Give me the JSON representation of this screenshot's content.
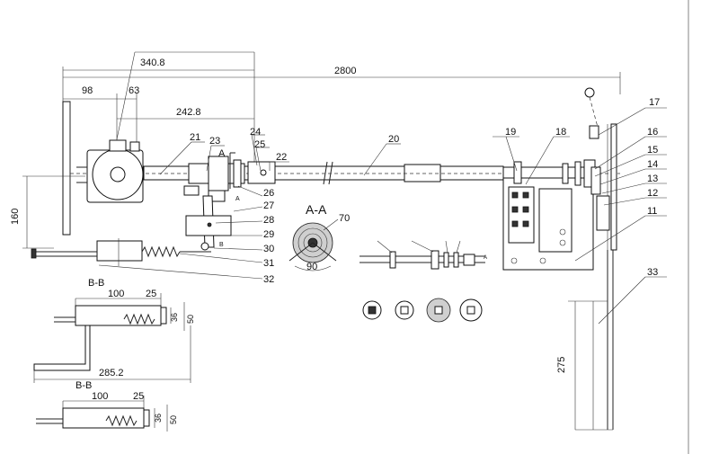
{
  "dimensions": {
    "d_340_8": "340.8",
    "d_2800": "2800",
    "d_98": "98",
    "d_63": "63",
    "d_242_8": "242.8",
    "d_160": "160",
    "d_275": "275",
    "d_70": "70",
    "d_90": "90",
    "d_100_a": "100",
    "d_25_a": "25",
    "d_36_a": "36",
    "d_50_a": "50",
    "d_285_2": "285.2",
    "d_100_b": "100",
    "d_25_b": "25",
    "d_36_b": "36",
    "d_50_b": "50"
  },
  "section_labels": {
    "aa": "A-A",
    "bb_top": "B-B",
    "bb_bottom": "B-B",
    "a_mark": "A",
    "a_small_1": "A",
    "a_small_2": "A",
    "b_small": "B"
  },
  "part_numbers": {
    "p11": "11",
    "p12": "12",
    "p13": "13",
    "p14": "14",
    "p15": "15",
    "p16": "16",
    "p17": "17",
    "p18": "18",
    "p19": "19",
    "p20": "20",
    "p21": "21",
    "p22": "22",
    "p23": "23",
    "p24": "24",
    "p25": "25",
    "p26": "26",
    "p27": "27",
    "p28": "28",
    "p29": "29",
    "p30": "30",
    "p31": "31",
    "p32": "32",
    "p33": "33"
  }
}
